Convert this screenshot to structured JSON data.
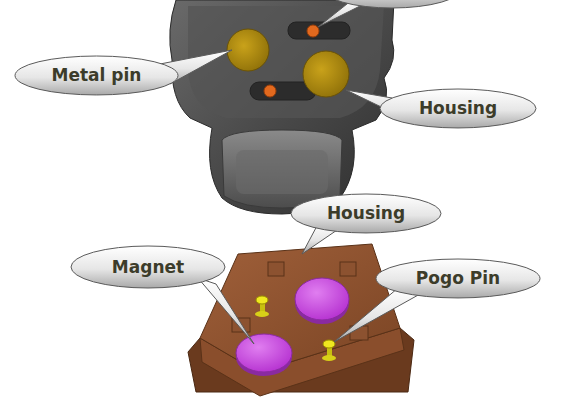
{
  "diagram": {
    "nodes": [
      {
        "text": [
          "Metal pin"
        ]
      },
      {
        "text": [
          "Housing"
        ]
      },
      {
        "text": [
          "Housing"
        ]
      },
      {
        "text": [
          "Magnet"
        ]
      },
      {
        "text": [
          "Pogo Pin"
        ]
      }
    ]
  }
}
